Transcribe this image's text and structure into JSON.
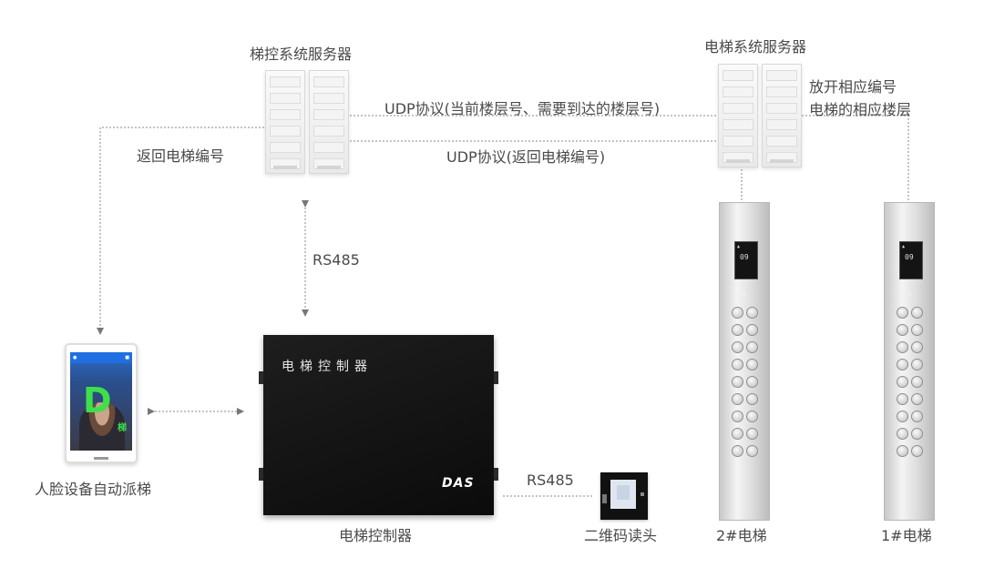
{
  "labels": {
    "ladder_server": "梯控系统服务器",
    "elevator_server": "电梯系统服务器",
    "udp_top": "UDP协议(当前楼层号、需要到达的楼层号)",
    "udp_bottom": "UDP协议(返回电梯编号)",
    "return_number": "返回电梯编号",
    "open_line1": "放开相应编号",
    "open_line2": "电梯的相应楼层",
    "rs485_vertical": "RS485",
    "rs485_qr": "RS485",
    "face_device": "人脸设备自动派梯",
    "controller": "电梯控制器",
    "qr_reader": "二维码读头",
    "elevator_2": "2#电梯",
    "elevator_1": "1#电梯"
  },
  "controller_box": {
    "title": "电梯控制器",
    "logo": "DAS"
  },
  "tablet": {
    "big_letter": "D",
    "side_char": "梯"
  },
  "panels": {
    "display_floor": "09"
  },
  "colors": {
    "connector": "#888888",
    "controller": "#111111",
    "screen_text": "#3de04a"
  }
}
